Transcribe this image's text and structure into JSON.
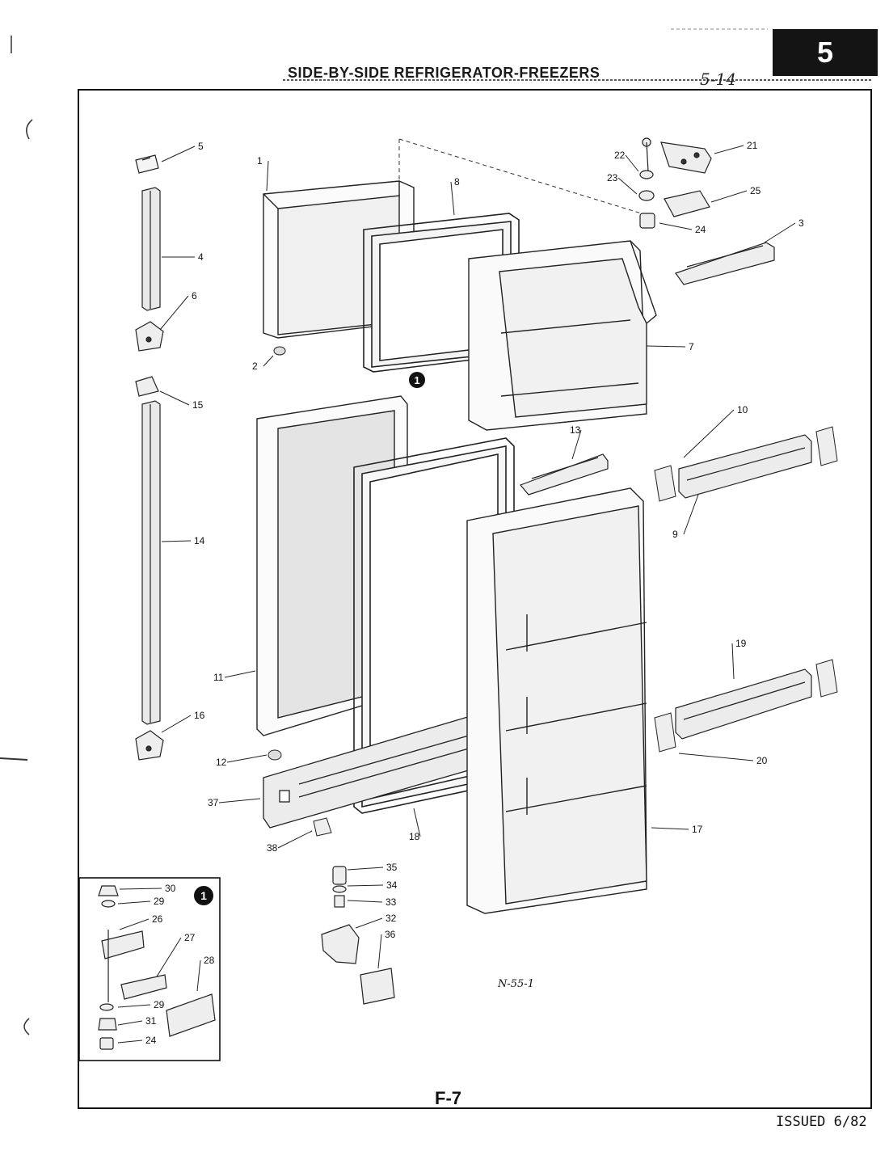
{
  "header": {
    "title": "SIDE-BY-SIDE REFRIGERATOR-FREEZERS",
    "page_number": "5",
    "handwritten_note": "5-14"
  },
  "footer": {
    "figure_id": "F-7",
    "issued": "ISSUED 6/82",
    "drawing_code": "N-55-1"
  },
  "callout_marker": "1",
  "parts": [
    {
      "id": "p1",
      "label": "1"
    },
    {
      "id": "p2",
      "label": "2"
    },
    {
      "id": "p3",
      "label": "3"
    },
    {
      "id": "p4",
      "label": "4"
    },
    {
      "id": "p5",
      "label": "5"
    },
    {
      "id": "p6",
      "label": "6"
    },
    {
      "id": "p7",
      "label": "7"
    },
    {
      "id": "p8",
      "label": "8"
    },
    {
      "id": "p9",
      "label": "9"
    },
    {
      "id": "p10",
      "label": "10"
    },
    {
      "id": "p11",
      "label": "11"
    },
    {
      "id": "p12",
      "label": "12"
    },
    {
      "id": "p13",
      "label": "13"
    },
    {
      "id": "p14",
      "label": "14"
    },
    {
      "id": "p15",
      "label": "15"
    },
    {
      "id": "p16",
      "label": "16"
    },
    {
      "id": "p17",
      "label": "17"
    },
    {
      "id": "p18",
      "label": "18"
    },
    {
      "id": "p19",
      "label": "19"
    },
    {
      "id": "p20",
      "label": "20"
    },
    {
      "id": "p21",
      "label": "21"
    },
    {
      "id": "p22",
      "label": "22"
    },
    {
      "id": "p23",
      "label": "23"
    },
    {
      "id": "p24",
      "label": "24"
    },
    {
      "id": "p25",
      "label": "25"
    },
    {
      "id": "p32",
      "label": "32"
    },
    {
      "id": "p33",
      "label": "33"
    },
    {
      "id": "p34",
      "label": "34"
    },
    {
      "id": "p35",
      "label": "35"
    },
    {
      "id": "p36",
      "label": "36"
    },
    {
      "id": "p37",
      "label": "37"
    },
    {
      "id": "p38",
      "label": "38"
    }
  ],
  "inset_parts": [
    {
      "id": "i30",
      "label": "30"
    },
    {
      "id": "i29a",
      "label": "29"
    },
    {
      "id": "i26",
      "label": "26"
    },
    {
      "id": "i27",
      "label": "27"
    },
    {
      "id": "i28",
      "label": "28"
    },
    {
      "id": "i29b",
      "label": "29"
    },
    {
      "id": "i31",
      "label": "31"
    },
    {
      "id": "i24",
      "label": "24"
    }
  ]
}
